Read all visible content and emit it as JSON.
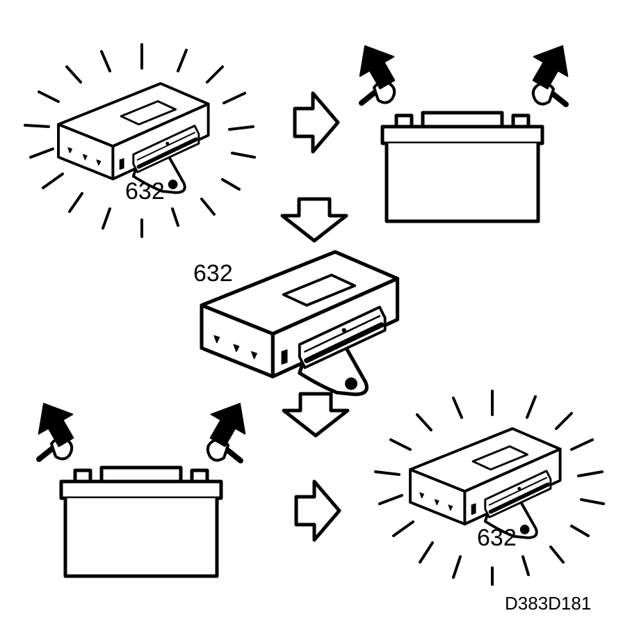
{
  "diagram": {
    "module_label_top": "632",
    "module_label_center": "632",
    "module_label_bottom": "632",
    "figure_code": "D383D181"
  },
  "colors": {
    "ink": "#000000",
    "paper": "#ffffff"
  }
}
